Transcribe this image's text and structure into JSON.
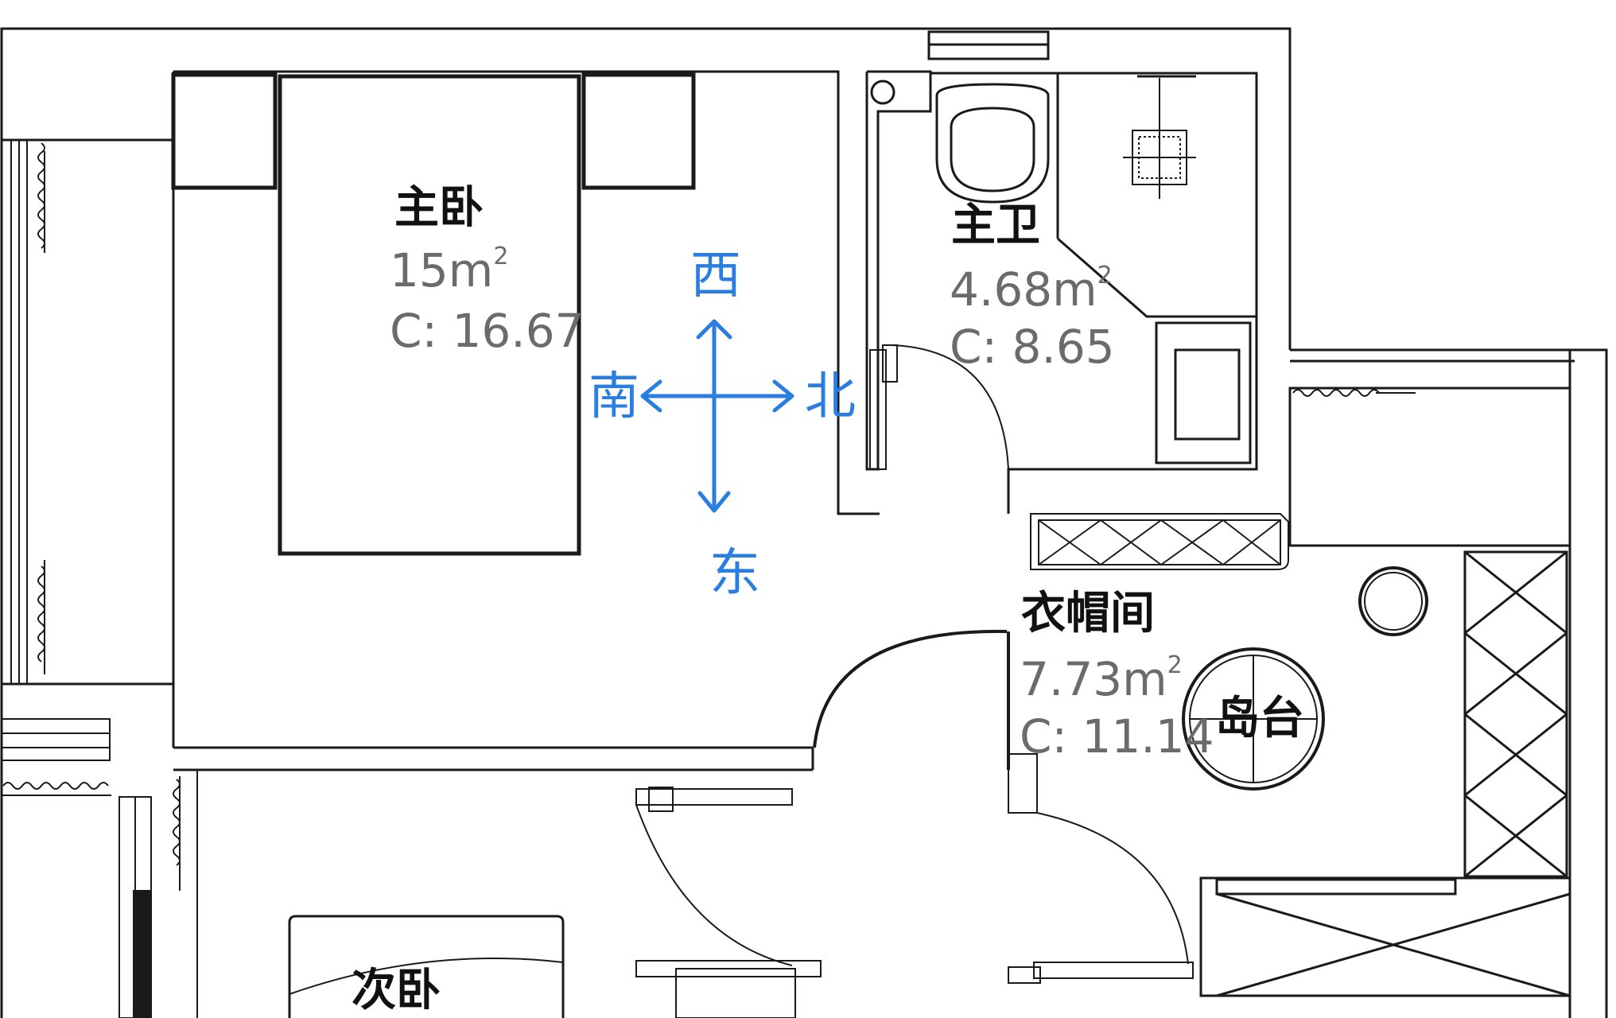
{
  "colors": {
    "wall": "#1a1a1a",
    "label": "#111111",
    "metric": "#6b6b6b",
    "compass": "#2a7de1",
    "background": "#ffffff"
  },
  "rooms": {
    "master_bedroom": {
      "name": "主卧",
      "area": "15m",
      "area_sup": "2",
      "coefficient": "C: 16.67"
    },
    "master_bath": {
      "name": "主卫",
      "area": "4.68m",
      "area_sup": "2",
      "coefficient": "C: 8.65"
    },
    "cloakroom": {
      "name": "衣帽间",
      "area": "7.73m",
      "area_sup": "2",
      "coefficient": "C: 11.14"
    },
    "second_bedroom": {
      "name": "次卧"
    }
  },
  "island": {
    "label": "岛台"
  },
  "compass": {
    "up": "西",
    "left": "南",
    "right": "北",
    "down": "东"
  }
}
